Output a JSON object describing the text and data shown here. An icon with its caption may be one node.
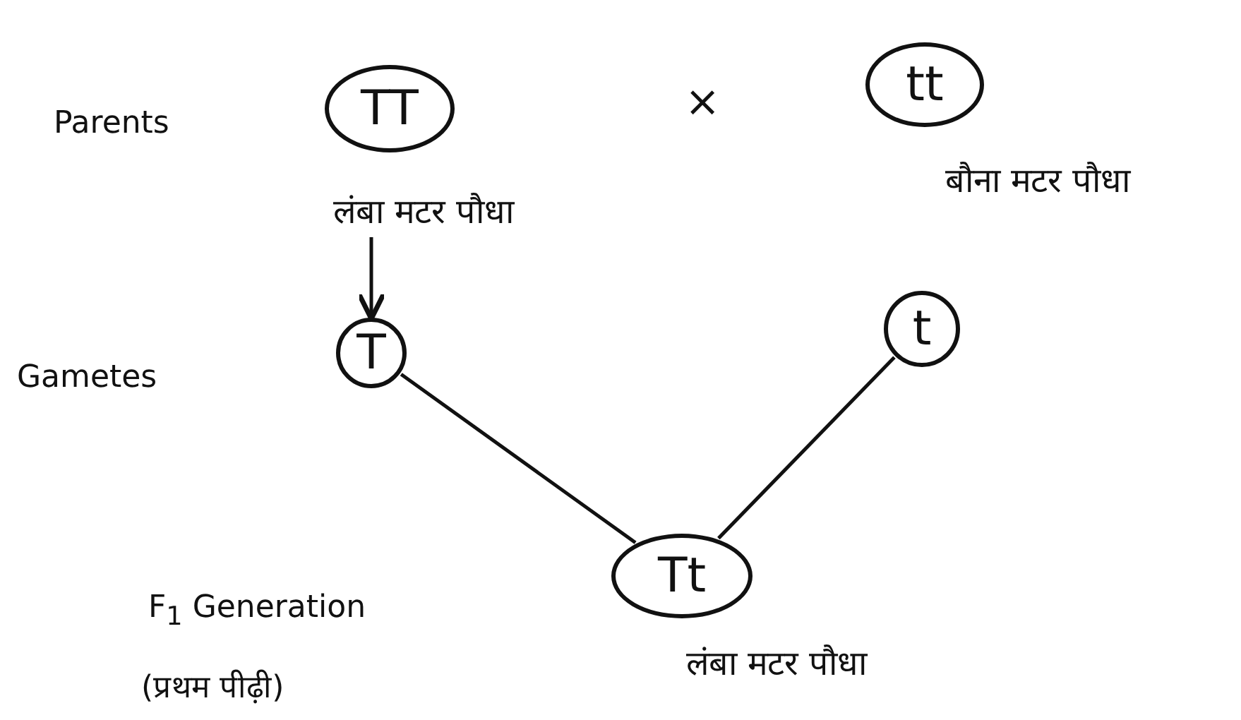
{
  "diagram": {
    "nodes": [
      {
        "text": [
          "TT"
        ],
        "beside": [
          "लंबा मटर पौधा"
        ]
      },
      {
        "text": [
          "tt"
        ],
        "beside": [
          "बौना मटर पौधा"
        ]
      },
      {
        "text": [
          "T"
        ]
      },
      {
        "text": [
          "t"
        ]
      },
      {
        "text": [
          "Tt"
        ],
        "beside": [
          "लंबा मटर पौधा"
        ]
      }
    ],
    "edges": [
      {
        "from": 0,
        "to": 2,
        "arrow": "to"
      },
      {
        "from": 2,
        "to": 4,
        "arrow": "none"
      },
      {
        "from": 3,
        "to": 4,
        "arrow": "none"
      }
    ],
    "labels": [
      "Parents",
      "×",
      "Gametes",
      "F$_{1}$ Generation",
      "(प्रथम पीढ़ी)"
    ]
  }
}
